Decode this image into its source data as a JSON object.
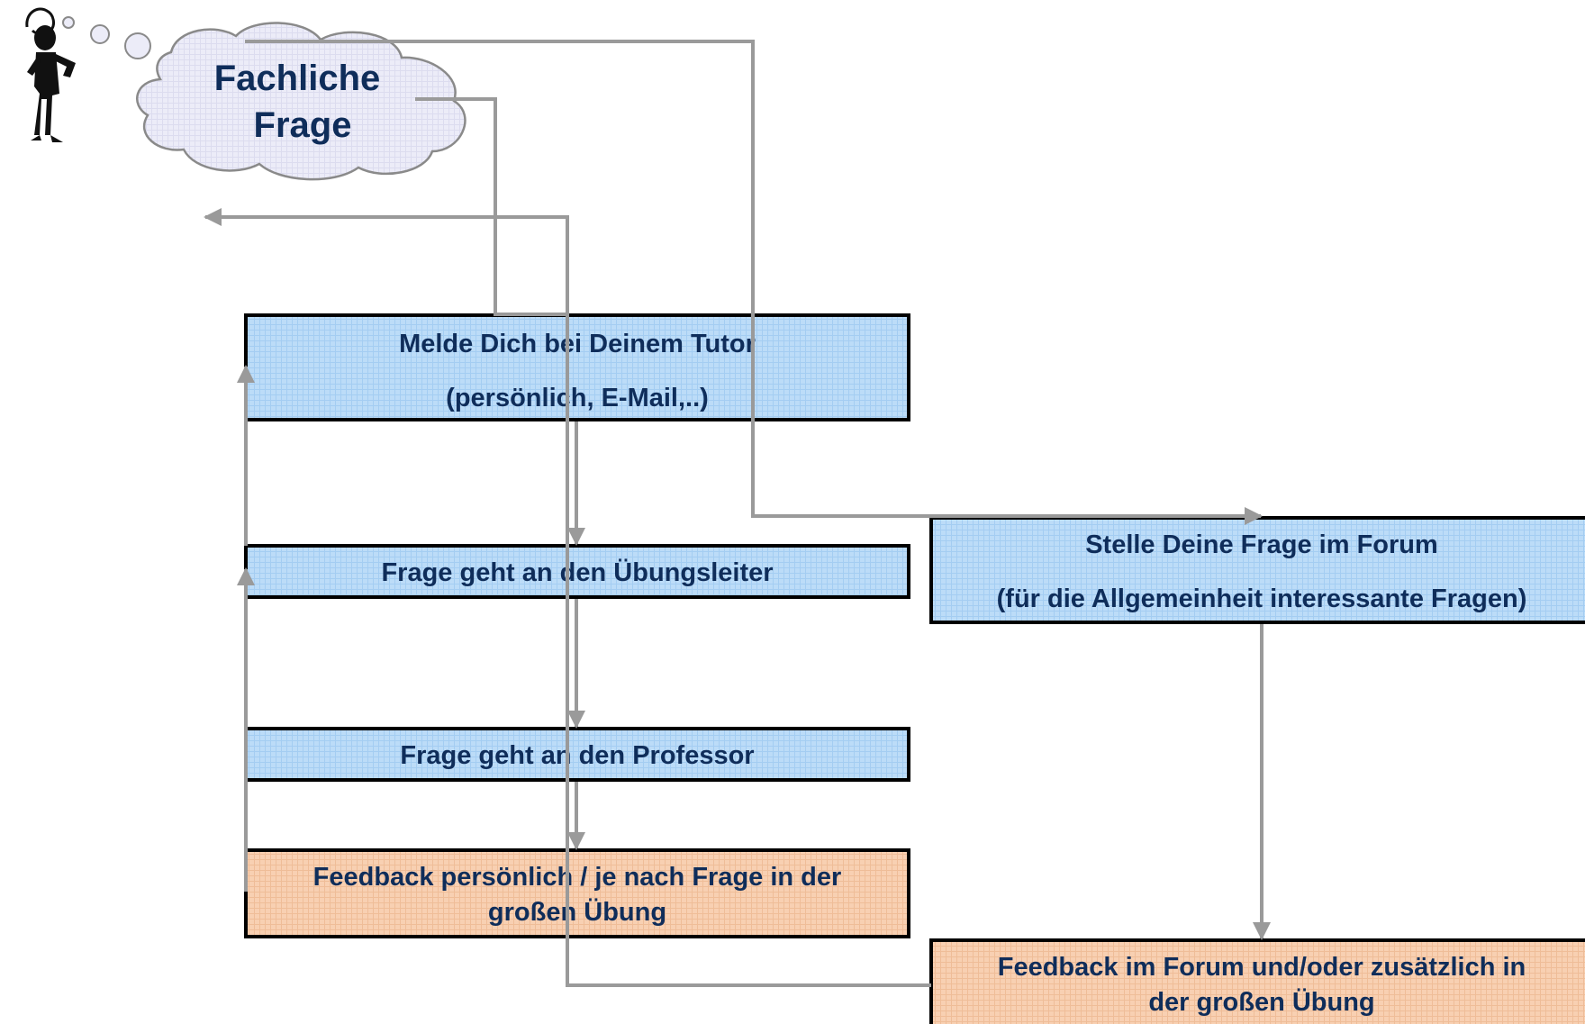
{
  "cloud": {
    "line1": "Fachliche",
    "line2": "Frage"
  },
  "boxes": {
    "tutor": {
      "line1": "Melde Dich bei Deinem Tutor",
      "line2": "(persönlich, E-Mail,..)"
    },
    "uebungsleiter": {
      "line1": "Frage geht an den Übungsleiter"
    },
    "professor": {
      "line1": "Frage geht an den Professor"
    },
    "feedback_personal": {
      "line1": "Feedback persönlich / je nach Frage in der",
      "line2": "großen Übung"
    },
    "forum": {
      "line1": "Stelle Deine Frage im Forum",
      "line2": "(für die Allgemeinheit interessante Fragen)"
    },
    "feedback_forum": {
      "line1": "Feedback im Forum und/oder zusätzlich in",
      "line2": "der großen Übung"
    }
  },
  "colors": {
    "box_blue": "#bcdcf8",
    "box_orange": "#f8d0b2",
    "text": "#0f2d5a",
    "connector": "#9a9a9a",
    "cloud_fill": "#ececf8",
    "cloud_stroke": "#8a8a8a"
  },
  "icons": {
    "figure": "thinking-person-icon"
  }
}
